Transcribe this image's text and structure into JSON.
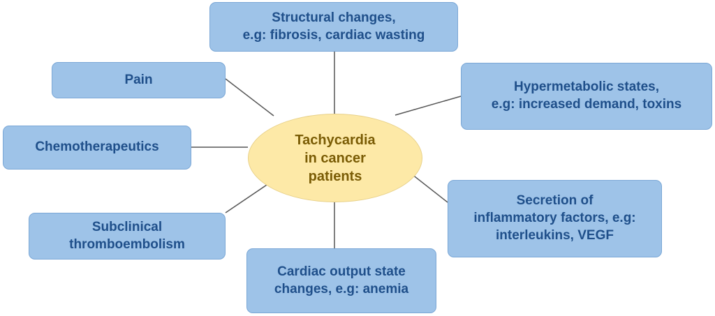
{
  "center": {
    "label": "Tachycardia\nin cancer\npatients"
  },
  "nodes": {
    "structural": "Structural changes,\ne.g: fibrosis, cardiac wasting",
    "pain": "Pain",
    "hypermetabolic": "Hypermetabolic states,\ne.g: increased demand, toxins",
    "chemo": "Chemotherapeutics",
    "inflammatory": "Secretion of\ninflammatory factors, e.g:\ninterleukins, VEGF",
    "thrombo": "Subclinical\nthromboembolism",
    "cardiac_output": "Cardiac output state\nchanges, e.g: anemia"
  },
  "colors": {
    "box_fill": "#9ec3e8",
    "box_border": "#7aa7d6",
    "box_text": "#1f4f8a",
    "center_fill": "#fde9a7",
    "center_text": "#7a5c05",
    "connector": "#555555"
  }
}
